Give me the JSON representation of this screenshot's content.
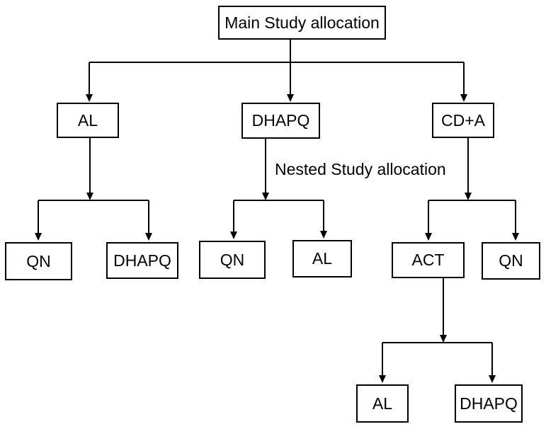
{
  "diagram": {
    "type": "flowchart-tree",
    "colors": {
      "line": "#000000",
      "box_border": "#000000",
      "box_background": "#ffffff",
      "text": "#000000",
      "page_background": "#ffffff"
    }
  },
  "nodes": {
    "main": {
      "label": "Main Study allocation"
    },
    "arm_al": {
      "label": "AL"
    },
    "arm_dhapq": {
      "label": "DHAPQ"
    },
    "arm_cda": {
      "label": "CD+A"
    },
    "al_child_qn": {
      "label": "QN"
    },
    "al_child_dhapq": {
      "label": "DHAPQ"
    },
    "dhapq_child_qn": {
      "label": "QN"
    },
    "dhapq_child_al": {
      "label": "AL"
    },
    "cda_child_act": {
      "label": "ACT"
    },
    "cda_child_qn": {
      "label": "QN"
    },
    "act_child_al": {
      "label": "AL"
    },
    "act_child_dhapq": {
      "label": "DHAPQ"
    }
  },
  "annotations": {
    "nested_allocation": "Nested Study allocation"
  },
  "edges": [
    [
      "Main Study allocation",
      "AL"
    ],
    [
      "Main Study allocation",
      "DHAPQ"
    ],
    [
      "Main Study allocation",
      "CD+A"
    ],
    [
      "AL",
      "QN"
    ],
    [
      "AL",
      "DHAPQ"
    ],
    [
      "DHAPQ",
      "QN"
    ],
    [
      "DHAPQ",
      "AL"
    ],
    [
      "CD+A",
      "ACT"
    ],
    [
      "CD+A",
      "QN"
    ],
    [
      "ACT",
      "AL"
    ],
    [
      "ACT",
      "DHAPQ"
    ]
  ]
}
